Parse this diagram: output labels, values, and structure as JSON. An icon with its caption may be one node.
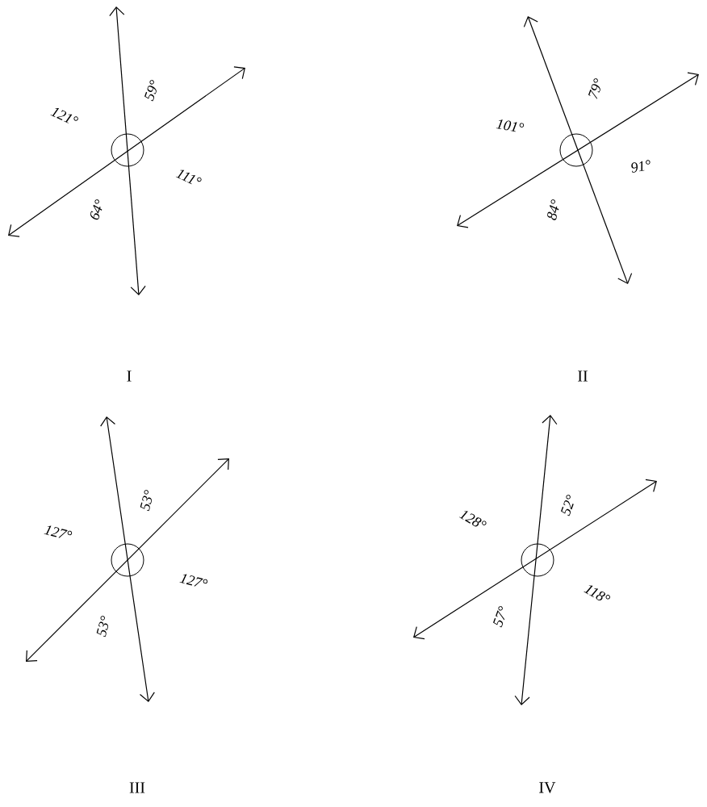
{
  "diagram": {
    "labels": [
      "59°",
      "121°",
      "111°",
      "64°",
      "I",
      "79°",
      "101°",
      "91°",
      "84°",
      "II",
      "53°",
      "127°",
      "127°",
      "53°",
      "III",
      "52°",
      "128°",
      "118°",
      "57°",
      "IV"
    ]
  }
}
